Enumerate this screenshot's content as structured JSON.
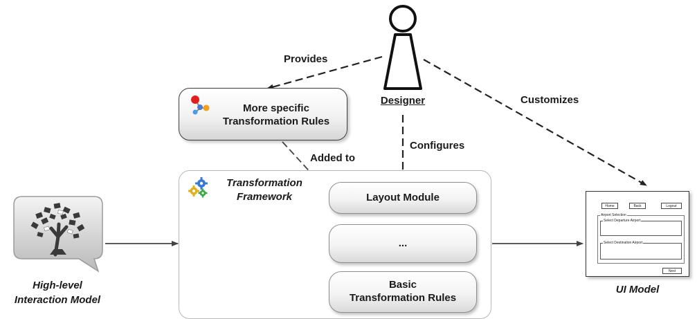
{
  "actor": {
    "name": "Designer"
  },
  "edges": {
    "provides": "Provides",
    "customizes": "Customizes",
    "configures": "Configures",
    "added_to": "Added to"
  },
  "specific_rules": {
    "title_line1": "More specific",
    "title_line2": "Transformation Rules"
  },
  "framework": {
    "title_line1": "Transformation",
    "title_line2": "Framework",
    "modules": {
      "layout": "Layout Module",
      "ellipsis": "...",
      "basic_line1": "Basic",
      "basic_line2": "Transformation Rules"
    }
  },
  "interaction_model": {
    "label_line1": "High-level",
    "label_line2": "Interaction Model"
  },
  "ui_model": {
    "label": "UI Model",
    "mockup": {
      "buttons": [
        "Home",
        "Back",
        "Logout"
      ],
      "group_title": "Airport Selection",
      "departure_legend": "Select Departure Airport",
      "destination_legend": "Select Destination Airport",
      "next_button": "Next"
    }
  },
  "icons": [
    "person-icon",
    "molecule-icon",
    "gears-icon",
    "speech-bubble-tree-icon"
  ]
}
